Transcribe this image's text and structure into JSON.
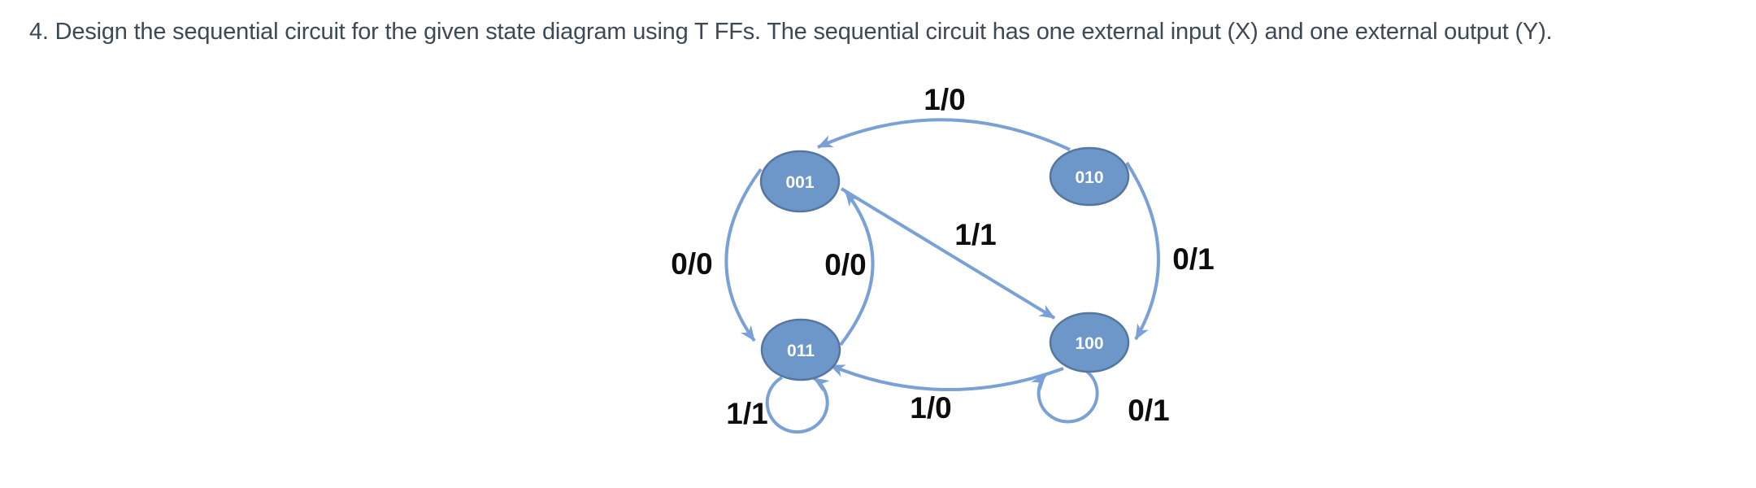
{
  "title": "4. Design the sequential circuit for the given state diagram using T FFs. The sequential circuit has one external input (X) and one external output (Y).",
  "colors": {
    "background": "#ffffff",
    "title_text": "#3d4954",
    "node_fill": "#6d96c9",
    "node_border": "#55779f",
    "node_text": "#ffffff",
    "edge_stroke": "#7aa1d6",
    "edge_label_text": "#0d0d0d"
  },
  "diagram": {
    "type": "state-diagram",
    "flip_flop_type": "T",
    "input_name": "X",
    "output_name": "Y",
    "states": [
      {
        "label": "001"
      },
      {
        "label": "010"
      },
      {
        "label": "011"
      },
      {
        "label": "100"
      }
    ],
    "transitions": [
      {
        "from": "010",
        "to": "001",
        "label": "1/0"
      },
      {
        "from": "001",
        "to": "100",
        "label": "1/1"
      },
      {
        "from": "001",
        "to": "011",
        "label": "0/0"
      },
      {
        "from": "011",
        "to": "001",
        "label": "0/0"
      },
      {
        "from": "010",
        "to": "100",
        "label": "0/1"
      },
      {
        "from": "100",
        "to": "011",
        "label": "1/0"
      },
      {
        "from": "011",
        "to": "011",
        "label": "1/1"
      },
      {
        "from": "100",
        "to": "100",
        "label": "0/1"
      }
    ]
  }
}
